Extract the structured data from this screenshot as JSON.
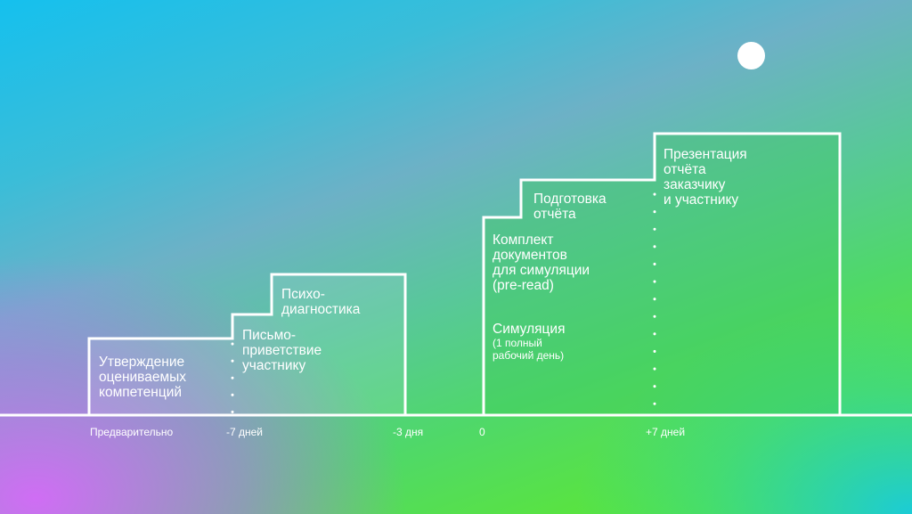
{
  "steps": {
    "competencies": "Утверждение\nоцениваемых\nкомпетенций",
    "welcome_letter": "Письмо-\nприветствие\nучастнику",
    "psychodiagnostics": "Психо-\nдиагностика",
    "documents": "Комплект\nдокументов\nдля симуляции\n(pre-read)",
    "simulation": "Симуляция",
    "simulation_note": "(1 полный\nрабочий день)",
    "report_prep": "Подготовка\nотчёта",
    "presentation": "Презентация\nотчёта\nзаказчику\nи участнику"
  },
  "timeline": {
    "labels": [
      "Предварительно",
      "-7 дней",
      "-3 дня",
      "0",
      "+7 дней"
    ]
  },
  "colors": {
    "line": "#ffffff",
    "text": "#ffffff"
  }
}
